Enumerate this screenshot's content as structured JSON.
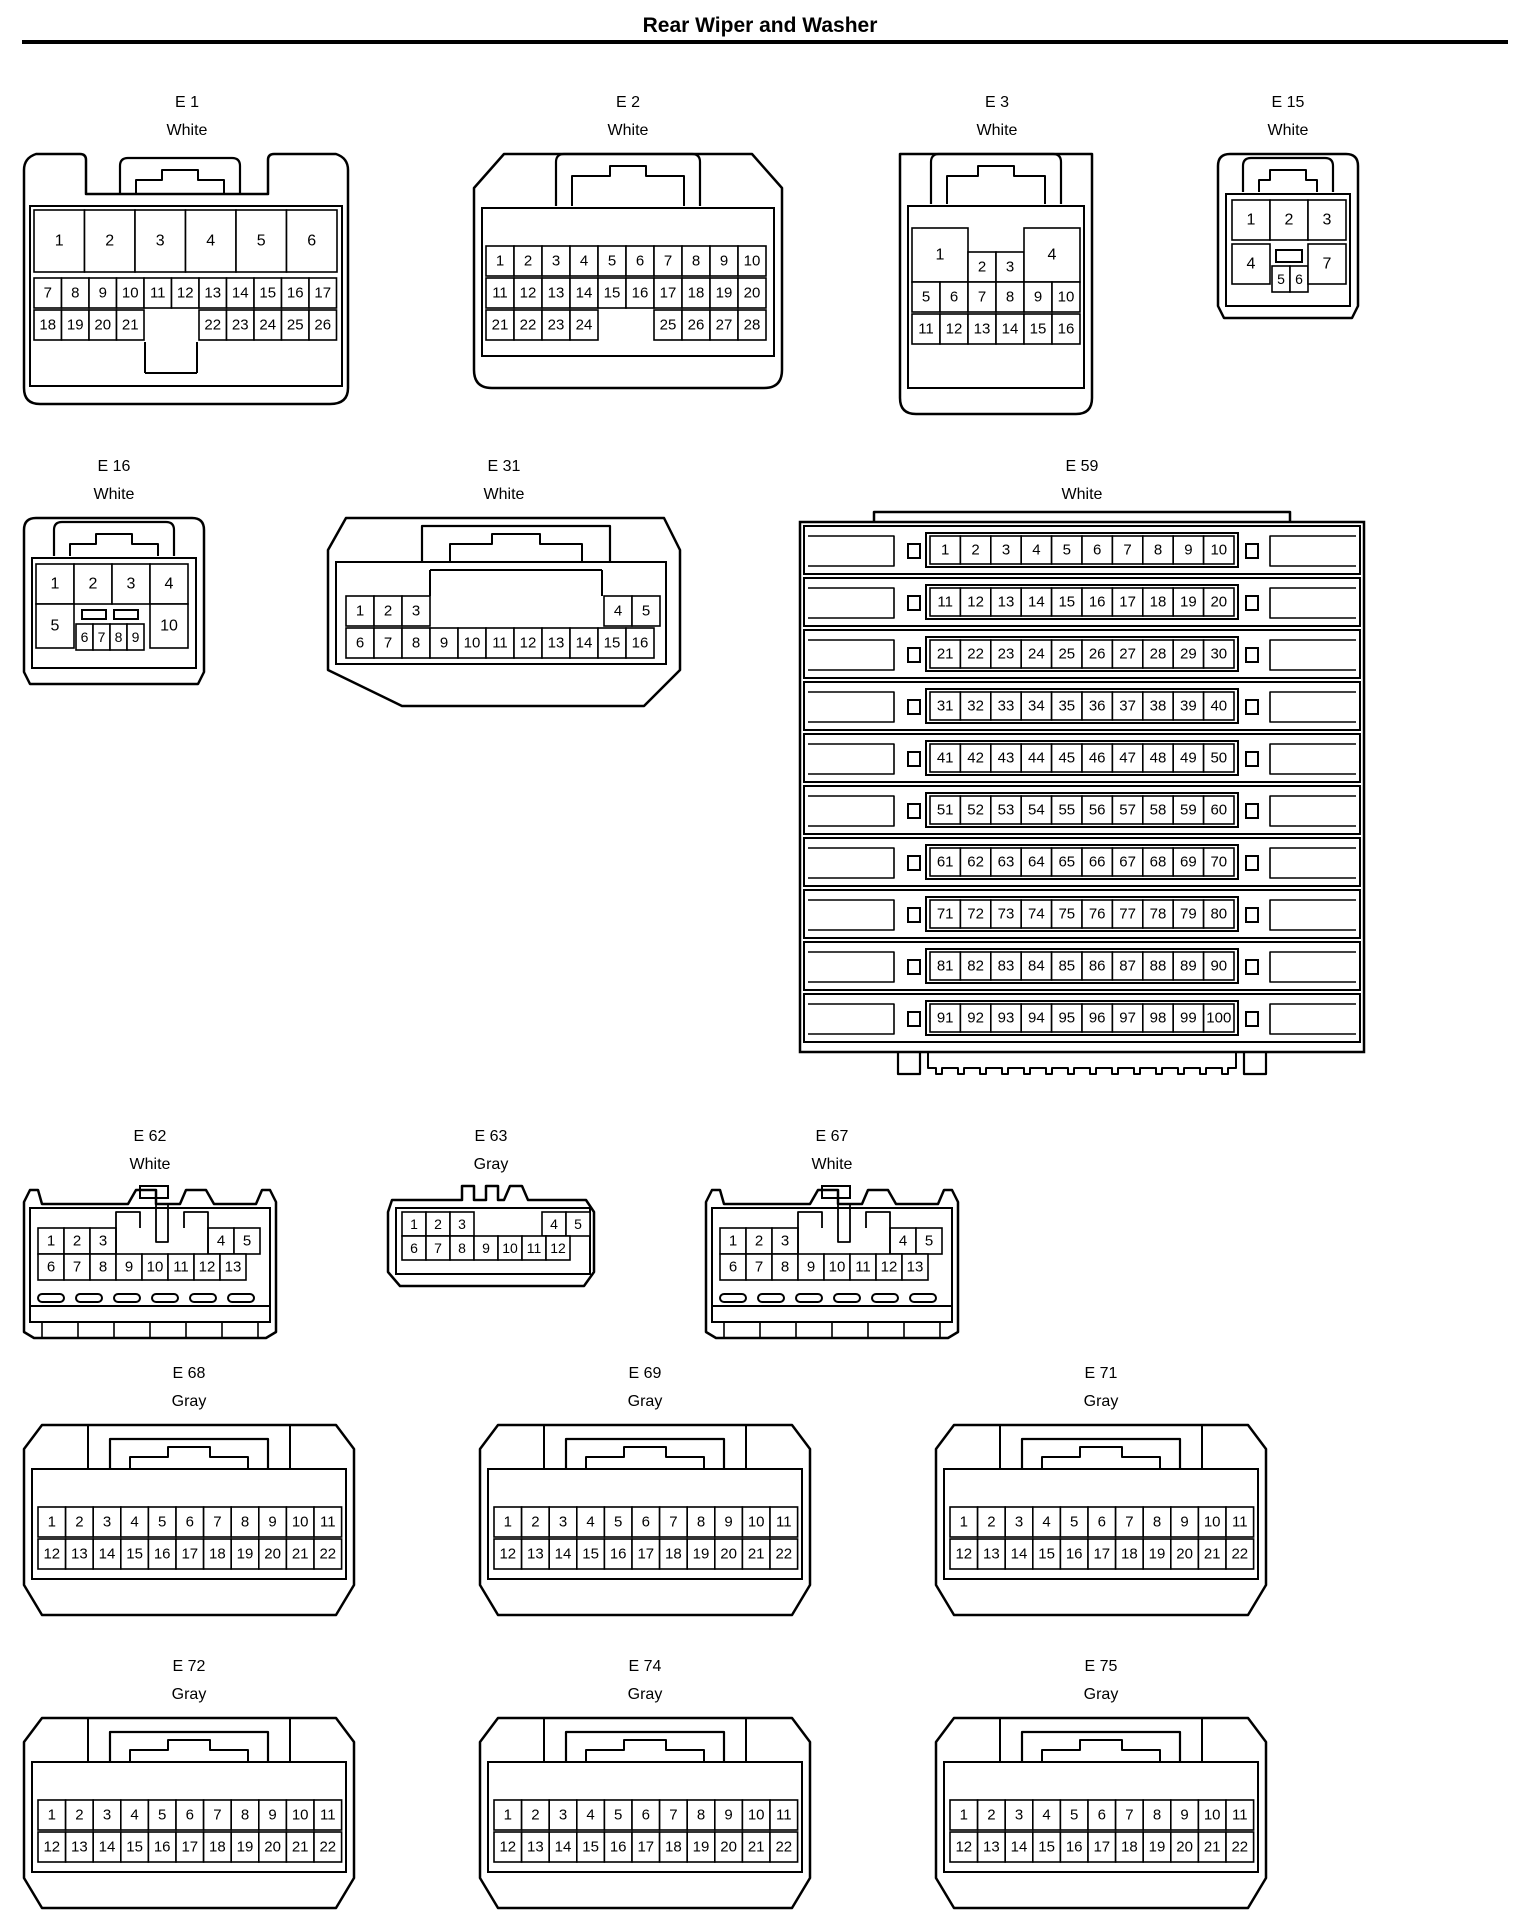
{
  "page": {
    "title": "Rear Wiper and Washer"
  },
  "connectors": [
    {
      "id": "E 1",
      "color": "White",
      "type": "e1",
      "pins": [
        "1",
        "2",
        "3",
        "4",
        "5",
        "6",
        "7",
        "8",
        "9",
        "10",
        "11",
        "12",
        "13",
        "14",
        "15",
        "16",
        "17",
        "18",
        "19",
        "20",
        "21",
        "22",
        "23",
        "24",
        "25",
        "26"
      ]
    },
    {
      "id": "E 2",
      "color": "White",
      "type": "e2",
      "pins": [
        "1",
        "2",
        "3",
        "4",
        "5",
        "6",
        "7",
        "8",
        "9",
        "10",
        "11",
        "12",
        "13",
        "14",
        "15",
        "16",
        "17",
        "18",
        "19",
        "20",
        "21",
        "22",
        "23",
        "24",
        "25",
        "26",
        "27",
        "28"
      ]
    },
    {
      "id": "E 3",
      "color": "White",
      "type": "e3",
      "pins": [
        "1",
        "2",
        "3",
        "4",
        "5",
        "6",
        "7",
        "8",
        "9",
        "10",
        "11",
        "12",
        "13",
        "14",
        "15",
        "16"
      ]
    },
    {
      "id": "E 15",
      "color": "White",
      "type": "e15",
      "pins": [
        "1",
        "2",
        "3",
        "4",
        "5",
        "6",
        "7"
      ]
    },
    {
      "id": "E 16",
      "color": "White",
      "type": "e16",
      "pins": [
        "1",
        "2",
        "3",
        "4",
        "5",
        "6",
        "7",
        "8",
        "9",
        "10"
      ]
    },
    {
      "id": "E 31",
      "color": "White",
      "type": "e31",
      "pins": [
        "1",
        "2",
        "3",
        "4",
        "5",
        "6",
        "7",
        "8",
        "9",
        "10",
        "11",
        "12",
        "13",
        "14",
        "15",
        "16"
      ]
    },
    {
      "id": "E 59",
      "color": "White",
      "type": "e59",
      "pins": [
        "1",
        "2",
        "3",
        "4",
        "5",
        "6",
        "7",
        "8",
        "9",
        "10",
        "11",
        "12",
        "13",
        "14",
        "15",
        "16",
        "17",
        "18",
        "19",
        "20",
        "21",
        "22",
        "23",
        "24",
        "25",
        "26",
        "27",
        "28",
        "29",
        "30",
        "31",
        "32",
        "33",
        "34",
        "35",
        "36",
        "37",
        "38",
        "39",
        "40",
        "41",
        "42",
        "43",
        "44",
        "45",
        "46",
        "47",
        "48",
        "49",
        "50",
        "51",
        "52",
        "53",
        "54",
        "55",
        "56",
        "57",
        "58",
        "59",
        "60",
        "61",
        "62",
        "63",
        "64",
        "65",
        "66",
        "67",
        "68",
        "69",
        "70",
        "71",
        "72",
        "73",
        "74",
        "75",
        "76",
        "77",
        "78",
        "79",
        "80",
        "81",
        "82",
        "83",
        "84",
        "85",
        "86",
        "87",
        "88",
        "89",
        "90",
        "91",
        "92",
        "93",
        "94",
        "95",
        "96",
        "97",
        "98",
        "99",
        "100"
      ]
    },
    {
      "id": "E 62",
      "color": "White",
      "type": "e62",
      "pins": [
        "1",
        "2",
        "3",
        "4",
        "5",
        "6",
        "7",
        "8",
        "9",
        "10",
        "11",
        "12",
        "13"
      ]
    },
    {
      "id": "E 63",
      "color": "Gray",
      "type": "e63",
      "pins": [
        "1",
        "2",
        "3",
        "4",
        "5",
        "6",
        "7",
        "8",
        "9",
        "10",
        "11",
        "12"
      ]
    },
    {
      "id": "E 67",
      "color": "White",
      "type": "e62",
      "pins": [
        "1",
        "2",
        "3",
        "4",
        "5",
        "6",
        "7",
        "8",
        "9",
        "10",
        "11",
        "12",
        "13"
      ]
    },
    {
      "id": "E 68",
      "color": "Gray",
      "type": "e68",
      "pins": [
        "1",
        "2",
        "3",
        "4",
        "5",
        "6",
        "7",
        "8",
        "9",
        "10",
        "11",
        "12",
        "13",
        "14",
        "15",
        "16",
        "17",
        "18",
        "19",
        "20",
        "21",
        "22"
      ]
    },
    {
      "id": "E 69",
      "color": "Gray",
      "type": "e68",
      "pins": [
        "1",
        "2",
        "3",
        "4",
        "5",
        "6",
        "7",
        "8",
        "9",
        "10",
        "11",
        "12",
        "13",
        "14",
        "15",
        "16",
        "17",
        "18",
        "19",
        "20",
        "21",
        "22"
      ]
    },
    {
      "id": "E 71",
      "color": "Gray",
      "type": "e68",
      "pins": [
        "1",
        "2",
        "3",
        "4",
        "5",
        "6",
        "7",
        "8",
        "9",
        "10",
        "11",
        "12",
        "13",
        "14",
        "15",
        "16",
        "17",
        "18",
        "19",
        "20",
        "21",
        "22"
      ]
    },
    {
      "id": "E 72",
      "color": "Gray",
      "type": "e68",
      "pins": [
        "1",
        "2",
        "3",
        "4",
        "5",
        "6",
        "7",
        "8",
        "9",
        "10",
        "11",
        "12",
        "13",
        "14",
        "15",
        "16",
        "17",
        "18",
        "19",
        "20",
        "21",
        "22"
      ]
    },
    {
      "id": "E 74",
      "color": "Gray",
      "type": "e68",
      "pins": [
        "1",
        "2",
        "3",
        "4",
        "5",
        "6",
        "7",
        "8",
        "9",
        "10",
        "11",
        "12",
        "13",
        "14",
        "15",
        "16",
        "17",
        "18",
        "19",
        "20",
        "21",
        "22"
      ]
    },
    {
      "id": "E 75",
      "color": "Gray",
      "type": "e68",
      "pins": [
        "1",
        "2",
        "3",
        "4",
        "5",
        "6",
        "7",
        "8",
        "9",
        "10",
        "11",
        "12",
        "13",
        "14",
        "15",
        "16",
        "17",
        "18",
        "19",
        "20",
        "21",
        "22"
      ]
    }
  ]
}
